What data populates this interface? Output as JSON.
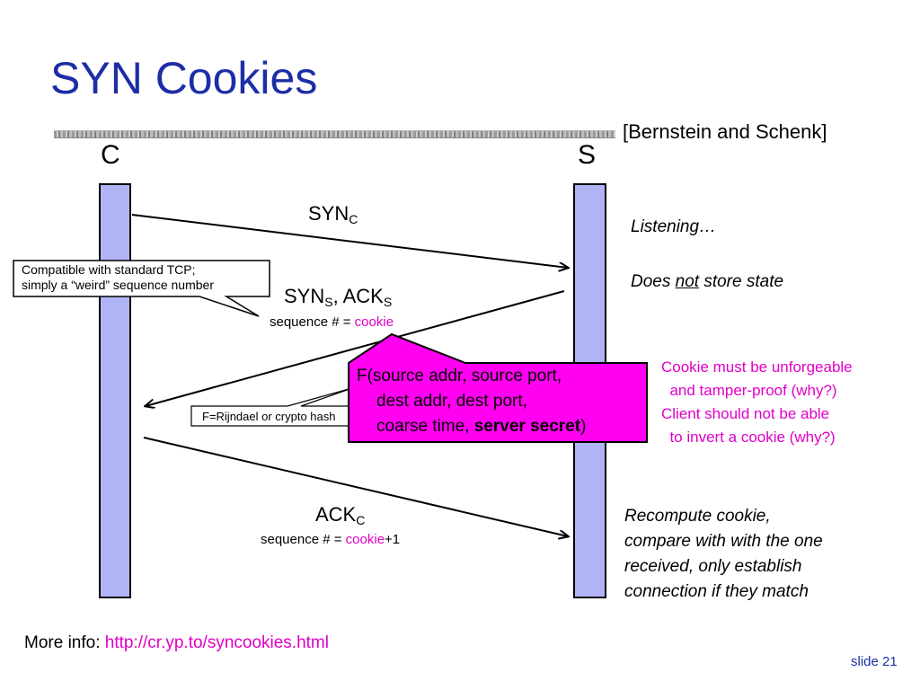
{
  "title": "SYN Cookies",
  "citation": "[Bernstein and Schenk]",
  "parties": {
    "client": "C",
    "server": "S"
  },
  "messages": {
    "syn": {
      "label": "SYN",
      "sub": "C"
    },
    "synack": {
      "label_a": "SYN",
      "sub_a": "S",
      "sep": ", ACK",
      "sub_b": "S",
      "seq_prefix": "sequence # = ",
      "seq_cookie": "cookie"
    },
    "ack": {
      "label": "ACK",
      "sub": "C",
      "seq_prefix": "sequence # = ",
      "seq_cookie": "cookie",
      "seq_suffix": "+1"
    }
  },
  "server_notes": {
    "listening": "Listening…",
    "store_prefix": "Does ",
    "store_not": "not",
    "store_suffix": " store state",
    "recompute": [
      "Recompute cookie,",
      "compare with with the one",
      "received, only establish",
      "connection if they match"
    ]
  },
  "cookie_requirements": [
    "Cookie must be unforgeable",
    "  and tamper-proof (why?)",
    "Client should not be able",
    "  to invert a cookie (why?)"
  ],
  "callouts": {
    "tcp": [
      "Compatible with standard TCP;",
      "simply a “weird” sequence number"
    ],
    "hash": "F=Rijndael or crypto hash"
  },
  "function_box": {
    "line1": "F(source addr, source port,",
    "line2": "dest addr, dest port,",
    "line3_prefix": "coarse time, ",
    "line3_bold": "server secret",
    "line3_suffix": ")"
  },
  "footer": {
    "more_label": "More info: ",
    "url": "http://cr.yp.to/syncookies.html",
    "slide": "slide 21"
  },
  "colors": {
    "title": "#1c2ea6",
    "lane": "#b0b4f6",
    "accent": "#e100c8",
    "function_box": "#ff00f0"
  }
}
